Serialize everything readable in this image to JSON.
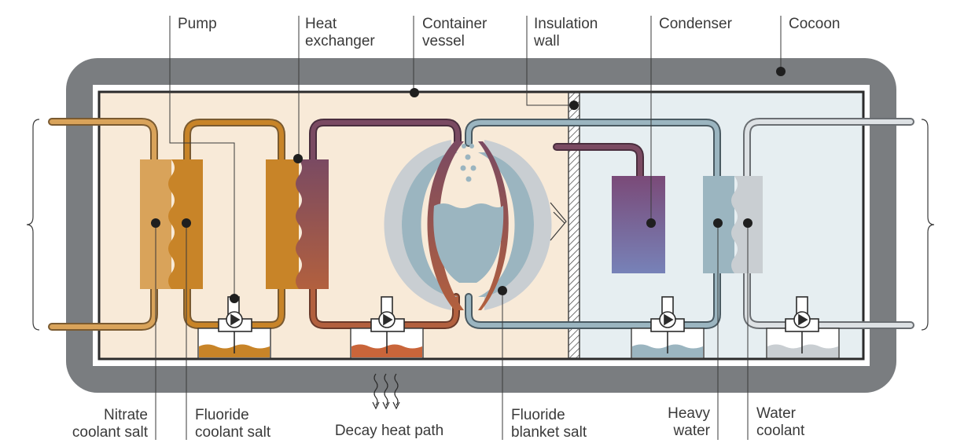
{
  "labels": {
    "pump": "Pump",
    "heat_exchanger": "Heat\nexchanger",
    "container_vessel": "Container\nvessel",
    "insulation_wall": "Insulation\nwall",
    "condenser": "Condenser",
    "cocoon": "Cocoon",
    "nitrate_coolant_salt": "Nitrate\ncoolant salt",
    "fluoride_coolant_salt": "Fluoride\ncoolant salt",
    "decay_heat_path": "Decay heat path",
    "fluoride_blanket_salt": "Fluoride\nblanket salt",
    "heavy_water": "Heavy\nwater",
    "water_coolant": "Water\ncoolant"
  },
  "colors": {
    "cocoon": "#7a7d80",
    "container_left": "#f8ead8",
    "container_right": "#e6eef1",
    "nitrate": "#d9a35a",
    "fluoride_coolant": "#c88428",
    "fuel_salt": "#7a4a62",
    "heavy_water": "#9bb5c0",
    "water": "#c9ced2",
    "decay_heat": "#e0502a"
  }
}
